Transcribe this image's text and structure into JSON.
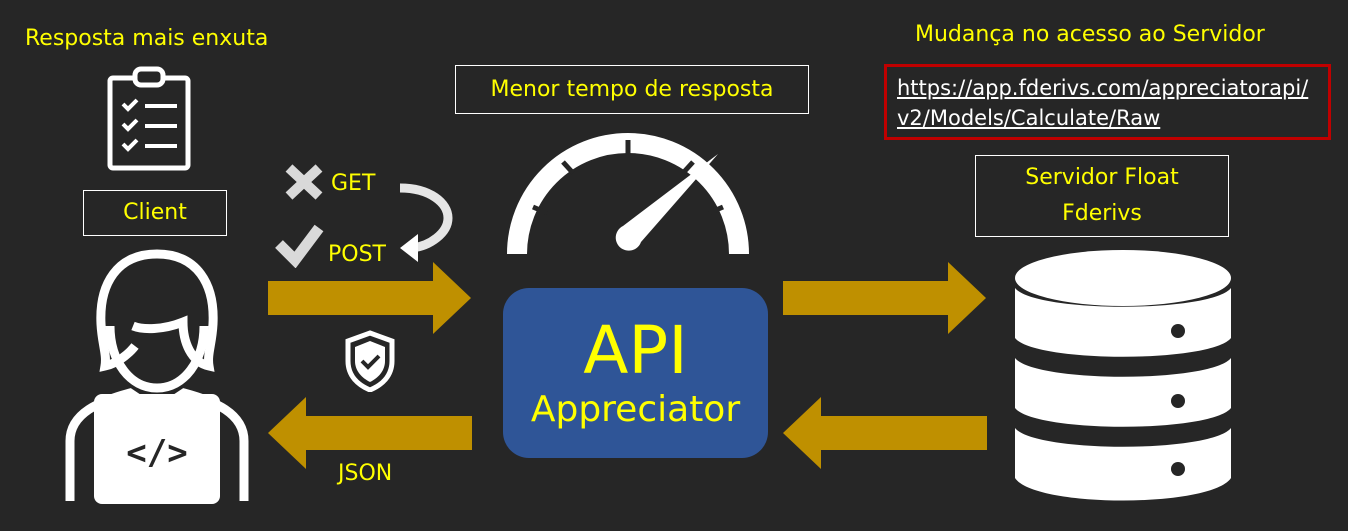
{
  "left_title": "Resposta mais enxuta",
  "client_label": "Client",
  "methods": {
    "get": "GET",
    "post": "POST"
  },
  "json_label": "JSON",
  "speed_label": "Menor tempo de resposta",
  "api": {
    "title": "API",
    "subtitle": "Appreciator"
  },
  "right_title": "Mudança no acesso ao Servidor",
  "url": "https://app.fderivs.com/appreciatorapi/v2/Models/Calculate/Raw",
  "server_label": "Servidor Float Fderivs",
  "colors": {
    "background": "#262626",
    "text": "#FFFF00",
    "arrow": "#BF9000",
    "api_box": "#2F5597",
    "url_border": "#C00000"
  }
}
